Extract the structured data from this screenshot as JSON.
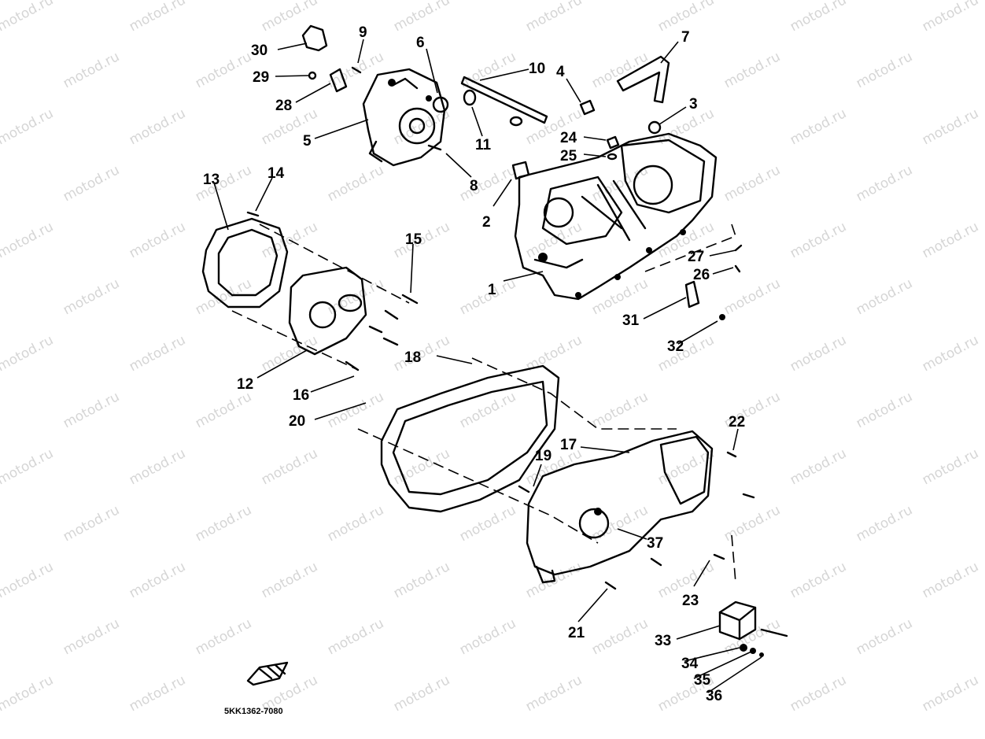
{
  "watermark": "motod.ru",
  "diagram_code": "5KK1362-7080",
  "callouts": [
    "1",
    "2",
    "3",
    "4",
    "5",
    "6",
    "7",
    "8",
    "9",
    "10",
    "11",
    "12",
    "13",
    "14",
    "15",
    "16",
    "17",
    "18",
    "19",
    "20",
    "21",
    "22",
    "23",
    "24",
    "25",
    "26",
    "27",
    "28",
    "29",
    "30",
    "31",
    "32",
    "33",
    "34",
    "35",
    "36",
    "37"
  ],
  "colors": {
    "ink": "#000000",
    "paper": "#ffffff",
    "watermark": "#b4b4b4"
  }
}
